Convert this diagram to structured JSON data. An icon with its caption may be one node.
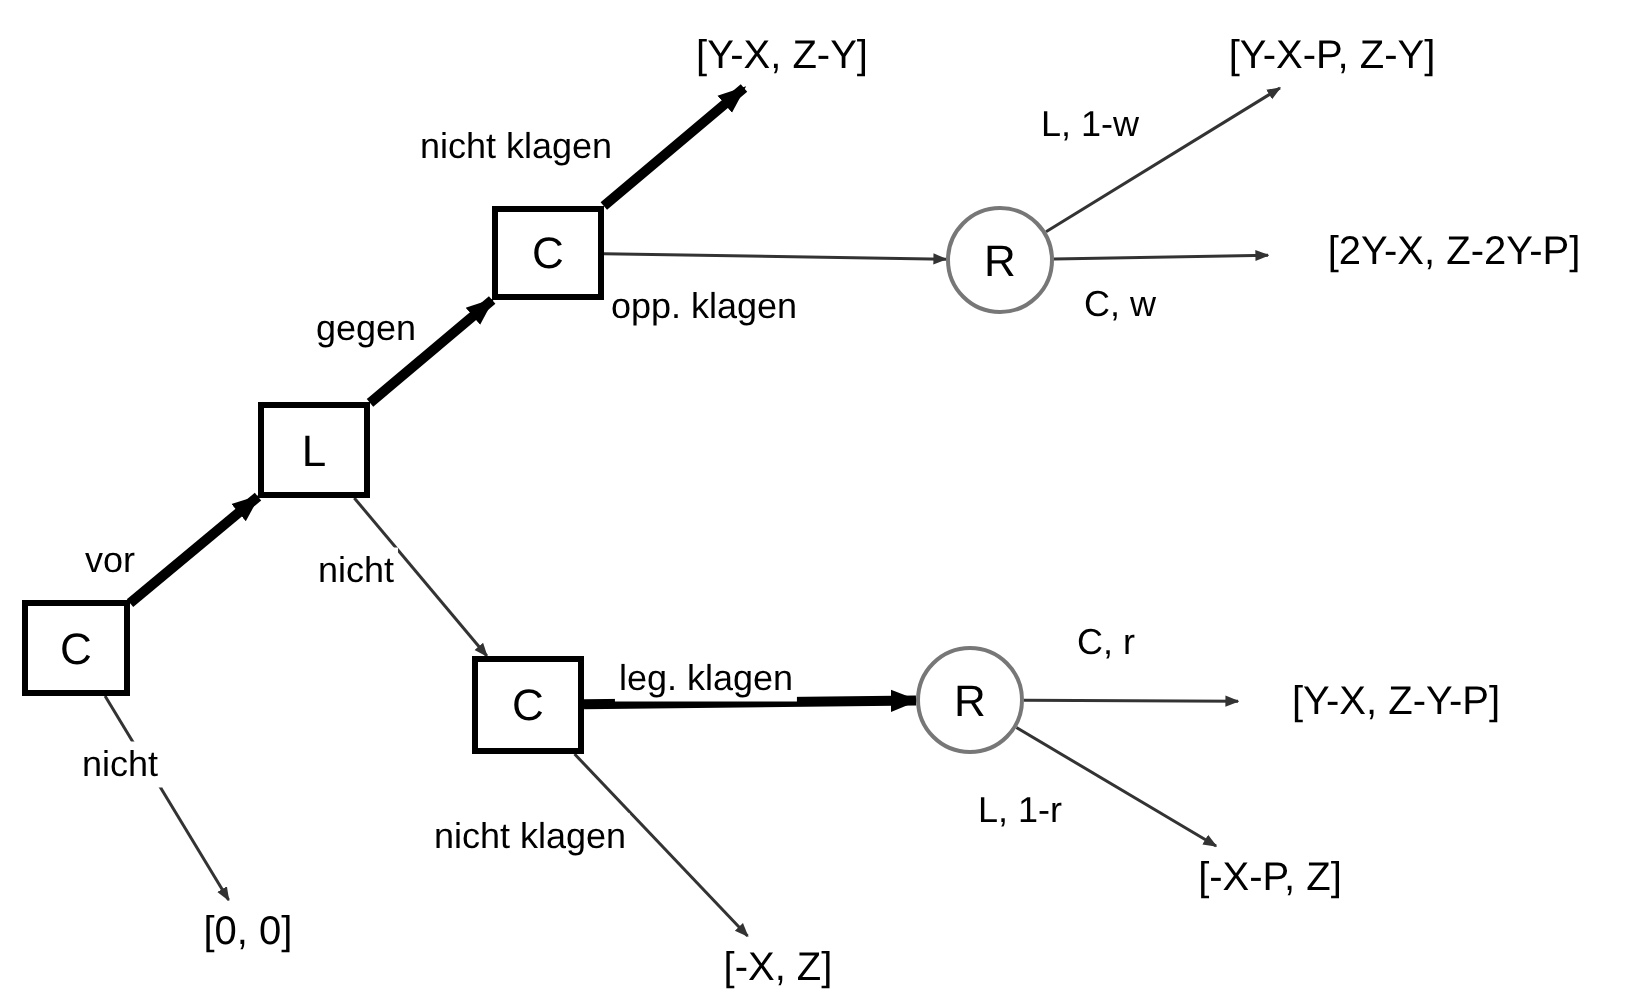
{
  "diagram": {
    "nodes": [
      {
        "text": [
          "C"
        ]
      },
      {
        "text": [
          "L"
        ]
      },
      {
        "text": [
          "C"
        ]
      },
      {
        "text": [
          "C"
        ]
      },
      {
        "text": [
          "R"
        ]
      },
      {
        "text": [
          "R"
        ]
      },
      {
        "text": [
          "[Y-X, Z-Y]"
        ]
      },
      {
        "text": [
          "[Y-X-P, Z-Y]"
        ]
      },
      {
        "text": [
          "[2Y-X, Z-2Y-P]"
        ]
      },
      {
        "text": [
          "[Y-X, Z-Y-P]"
        ]
      },
      {
        "text": [
          "[-X-P, Z]"
        ]
      },
      {
        "text": [
          "[-X, Z]"
        ]
      },
      {
        "text": [
          "[0, 0]"
        ]
      }
    ],
    "edges": [
      {
        "from": 0,
        "to": 1,
        "arrow": "to",
        "label": "vor",
        "style": "thick"
      },
      {
        "from": 0,
        "to": 12,
        "arrow": "to",
        "label": "nicht"
      },
      {
        "from": 1,
        "to": 2,
        "arrow": "to",
        "label": "gegen",
        "style": "thick"
      },
      {
        "from": 1,
        "to": 3,
        "arrow": "to",
        "label": "nicht"
      },
      {
        "from": 2,
        "to": 6,
        "arrow": "to",
        "label": "nicht klagen",
        "style": "thick"
      },
      {
        "from": 2,
        "to": 4,
        "arrow": "to",
        "label": "opp. klagen"
      },
      {
        "from": 4,
        "to": 7,
        "arrow": "to",
        "label": "L, 1-w"
      },
      {
        "from": 4,
        "to": 8,
        "arrow": "to",
        "label": "C, w"
      },
      {
        "from": 3,
        "to": 5,
        "arrow": "to",
        "label": "leg. klagen",
        "style": "thick"
      },
      {
        "from": 3,
        "to": 11,
        "arrow": "to",
        "label": "nicht klagen"
      },
      {
        "from": 5,
        "to": 9,
        "arrow": "to",
        "label": "C, r"
      },
      {
        "from": 5,
        "to": 10,
        "arrow": "to",
        "label": "L, 1-r"
      }
    ]
  }
}
